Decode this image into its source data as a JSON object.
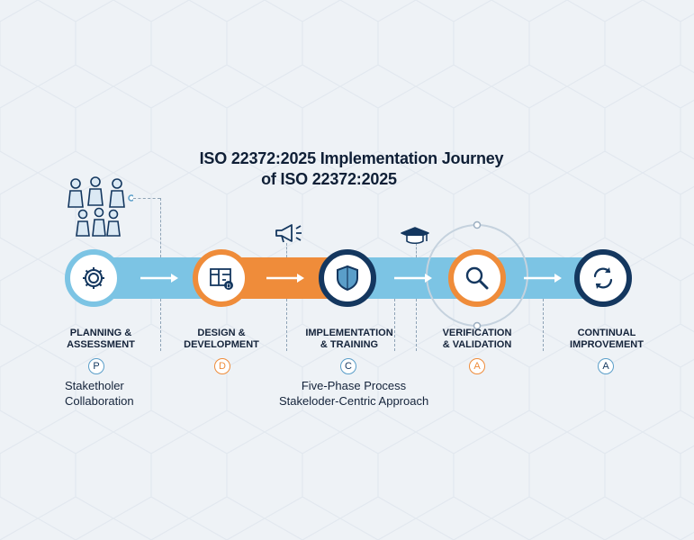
{
  "title": {
    "line1": "ISO 22372:2025 Implementation Journey",
    "line2": "of ISO 22372:2025"
  },
  "phases": [
    {
      "label_line1": "PLANNING &",
      "label_line2": "ASSESSMENT",
      "letter": "P",
      "icon": "gear-icon",
      "ring_color": "#7cc4e4"
    },
    {
      "label_line1": "DESIGN &",
      "label_line2": "DEVELOPMENT",
      "letter": "D",
      "icon": "blueprint-icon",
      "ring_color": "#ef8c3a"
    },
    {
      "label_line1": "IMPLEMENTATION",
      "label_line2": "& TRAINING",
      "letter": "C",
      "icon": "shield-icon",
      "ring_color": "#14375f"
    },
    {
      "label_line1": "VERIFICATION",
      "label_line2": "& VALIDATION",
      "letter": "A",
      "icon": "magnifier-icon",
      "ring_color": "#ef8c3a"
    },
    {
      "label_line1": "CONTINUAL",
      "label_line2": "IMPROVEMENT",
      "letter": "A",
      "icon": "cycle-icon",
      "ring_color": "#14375f"
    }
  ],
  "notes": {
    "stakeholder_line1": "Staketholer",
    "stakeholder_line2": "Collaboration",
    "process_line1": "Five-Phase Process",
    "process_line2": "Stakeloder-Centric Approach"
  },
  "decorations": [
    "people-group-icon",
    "megaphone-icon",
    "graduation-cap-icon"
  ],
  "colors": {
    "blue": "#7cc4e4",
    "orange": "#ef8c3a",
    "navy": "#14375f",
    "text": "#14233a"
  }
}
